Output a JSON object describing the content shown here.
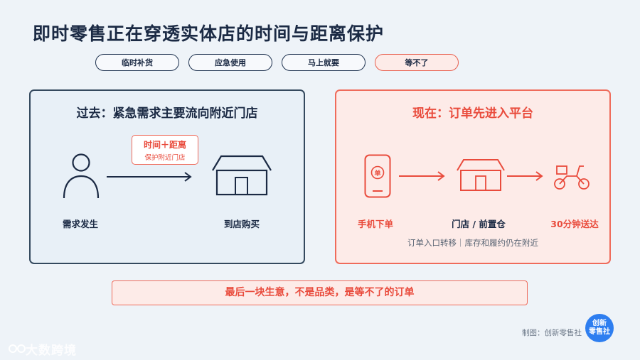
{
  "title": "即时零售正在穿透实体店的时间与距离保护",
  "chips": [
    "临时补货",
    "应急使用",
    "马上就要",
    "等不了"
  ],
  "left_panel": {
    "title": "过去：紧急需求主要流向附近门店",
    "tag_main": "时间＋距离",
    "tag_sub": "保护附近门店",
    "from_label": "需求发生",
    "to_label": "到店购买"
  },
  "right_panel": {
    "title": "现在：订单先进入平台",
    "phone_glyph": "单",
    "step1": "手机下单",
    "step2": "门店 / 前置仓",
    "step3": "30分钟送达",
    "note": "订单入口转移｜库存和履约仍在附近"
  },
  "conclusion": "最后一块生意，不是品类，是等不了的订单",
  "credit": "制图：创新零售社",
  "badge_line1": "创新",
  "badge_line2": "零售社",
  "watermark": "大数跨境",
  "colors": {
    "navy": "#1b2a44",
    "red": "#e94b3c",
    "bg": "#eef3f8"
  }
}
